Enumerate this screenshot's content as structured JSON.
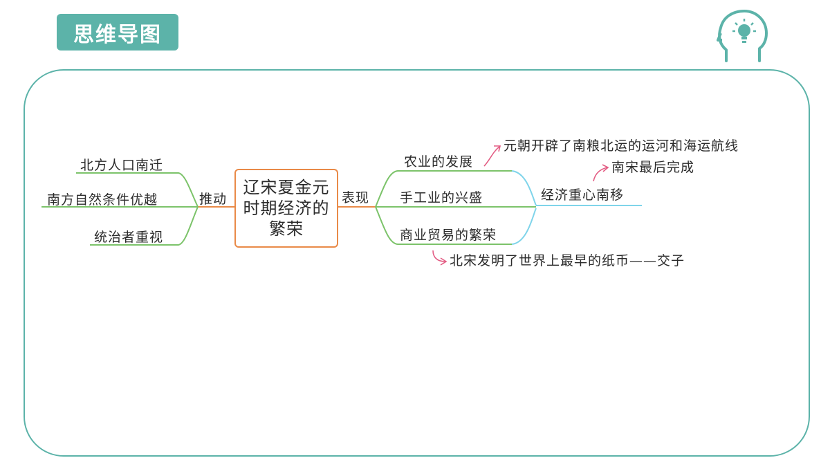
{
  "title": "思维导图",
  "icons": {
    "header_icon": "head-lightbulb-icon"
  },
  "colors": {
    "accent": "#5cb3a9",
    "center_border": "#e98a48",
    "branch_green": "#7cc36a",
    "branch_cyan": "#7fd4ea",
    "arrow_pink": "#e35d84"
  },
  "mindmap": {
    "center": "辽宋夏金元时期经济的繁荣",
    "left": {
      "relation": "推动",
      "items": [
        "北方人口南迁",
        "南方自然条件优越",
        "统治者重视"
      ]
    },
    "right": {
      "relation": "表现",
      "items": [
        "农业的发展",
        "手工业的兴盛",
        "商业贸易的繁荣"
      ],
      "result": "经济重心南移",
      "notes": {
        "agriculture": "元朝开辟了南粮北运的运河和海运航线",
        "result": "南宋最后完成",
        "commerce": "北宋发明了世界上最早的纸币——交子"
      }
    }
  }
}
